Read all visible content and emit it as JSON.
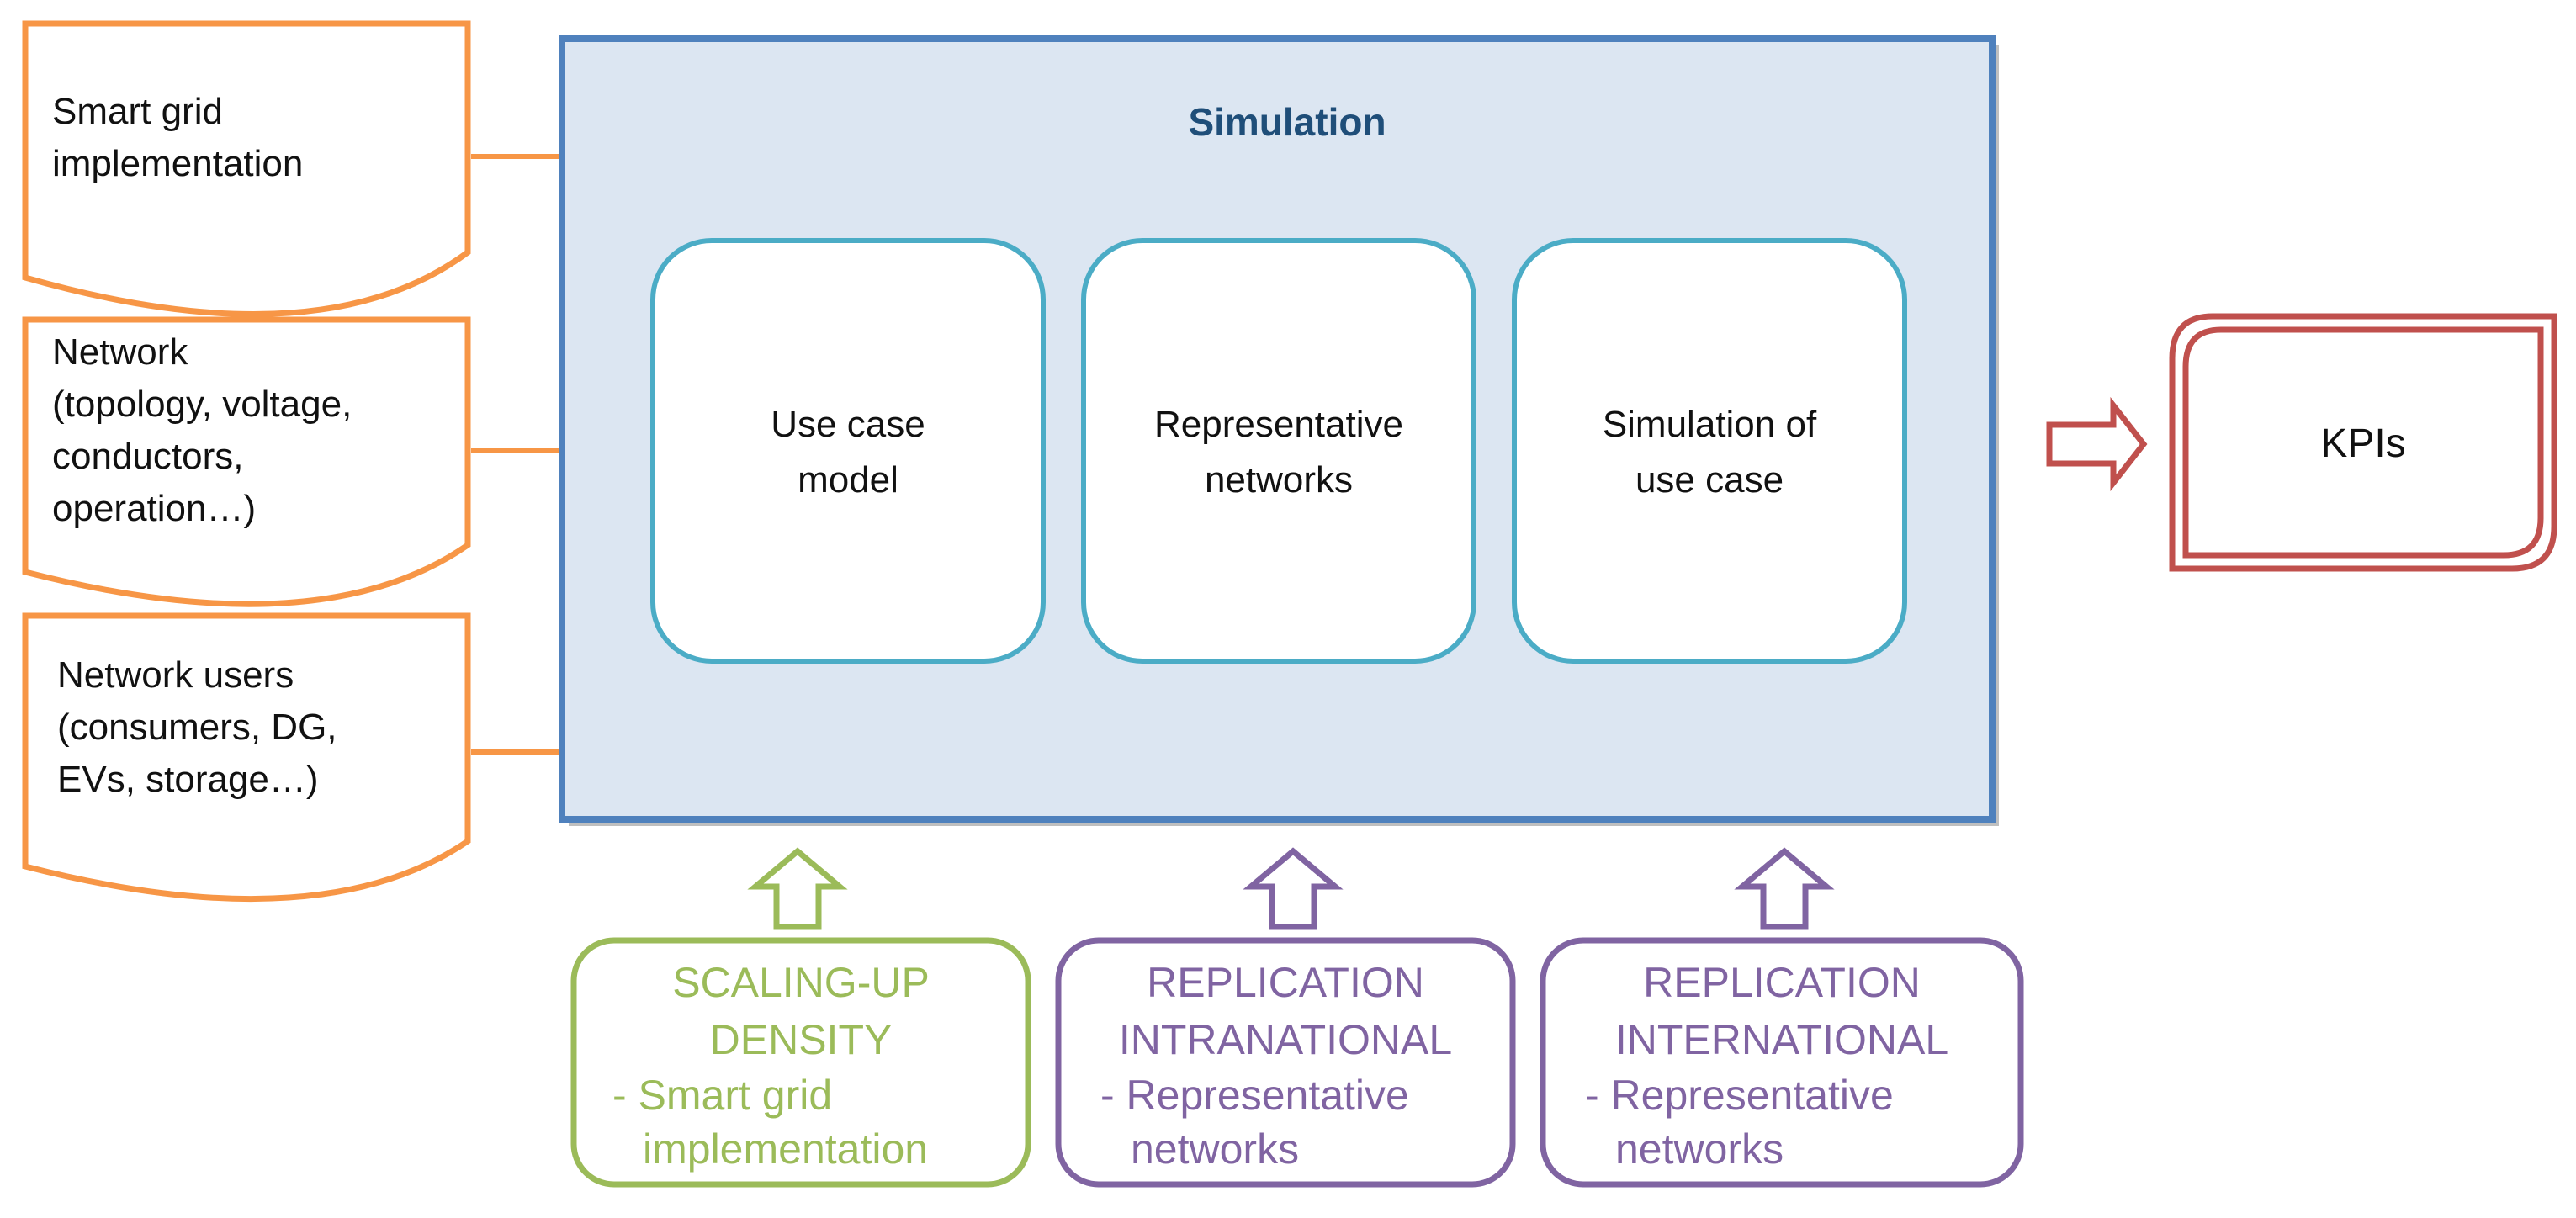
{
  "inputs": [
    {
      "id": "smart-grid",
      "lines": [
        "Smart grid",
        "implementation"
      ]
    },
    {
      "id": "network",
      "lines": [
        "Network",
        "(topology, voltage,",
        "conductors,",
        "operation…)"
      ]
    },
    {
      "id": "network-users",
      "lines": [
        "Network users",
        "(consumers, DG,",
        "EVs, storage…)"
      ]
    }
  ],
  "simulation": {
    "title": "Simulation",
    "boxes": [
      {
        "lines": [
          "Use case",
          "model"
        ]
      },
      {
        "lines": [
          "Representative",
          "networks"
        ]
      },
      {
        "lines": [
          "Simulation of",
          "use case"
        ]
      }
    ]
  },
  "output": {
    "label": "KPIs"
  },
  "modifiers": [
    {
      "heading": [
        "SCALING-UP",
        "DENSITY"
      ],
      "sub": [
        "- Smart grid",
        "implementation"
      ]
    },
    {
      "heading": [
        "REPLICATION",
        "INTRANATIONAL"
      ],
      "sub": [
        "- Representative",
        "networks"
      ]
    },
    {
      "heading": [
        "REPLICATION",
        "INTERNATIONAL"
      ],
      "sub": [
        "- Representative",
        "networks"
      ]
    }
  ],
  "colors": {
    "input_orange": "#f79646",
    "simulation_blue": "#4f81bd",
    "simulation_fill": "#dce6f2",
    "inner_box_teal": "#4bacc6",
    "kpi_red": "#c0504d",
    "green": "#9bbb59",
    "purple": "#8064a2"
  }
}
